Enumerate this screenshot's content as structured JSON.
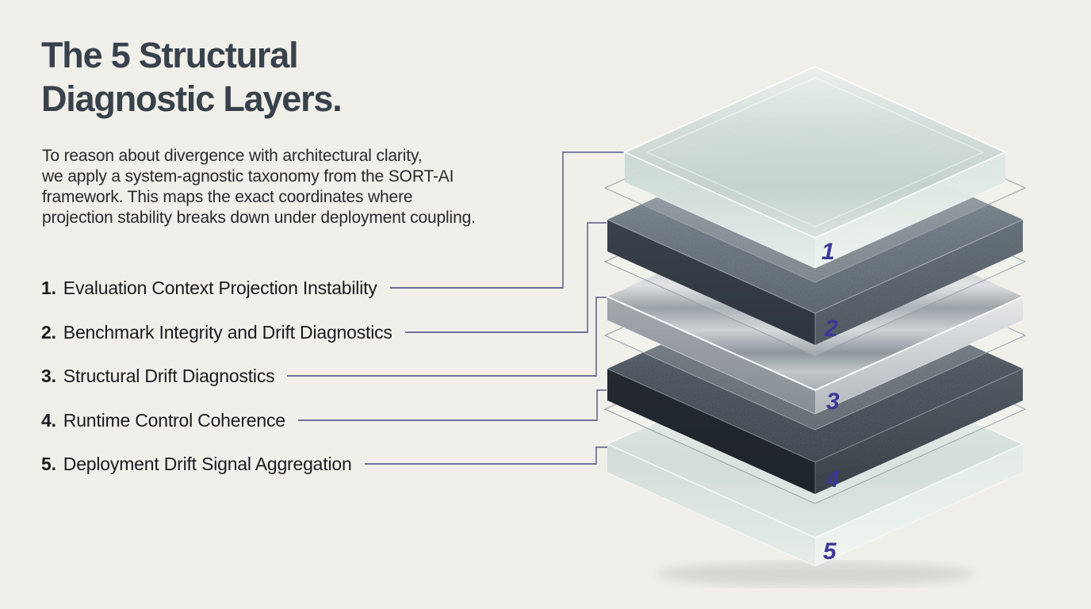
{
  "title": {
    "line1": "The 5 Structural",
    "line2": "Diagnostic Layers."
  },
  "intro": {
    "line1": "To reason about divergence with architectural clarity,",
    "line2": "we apply a system-agnostic taxonomy from the SORT-AI",
    "line3": "framework. This maps the exact coordinates where",
    "line4": "projection stability breaks down under deployment coupling."
  },
  "layers": [
    {
      "num": "1.",
      "slab_num": "1",
      "label": "Evaluation Context Projection Instability",
      "material": "frosted-glass"
    },
    {
      "num": "2.",
      "slab_num": "2",
      "label": "Benchmark Integrity and Drift Diagnostics",
      "material": "concrete"
    },
    {
      "num": "3.",
      "slab_num": "3",
      "label": "Structural Drift Diagnostics",
      "material": "brushed-metal"
    },
    {
      "num": "4.",
      "slab_num": "4",
      "label": "Runtime Control Coherence",
      "material": "dark-concrete"
    },
    {
      "num": "5.",
      "slab_num": "5",
      "label": "Deployment Drift Signal Aggregation",
      "material": "clear-glass"
    }
  ],
  "colors": {
    "background": "#f0efe9",
    "title_text": "#39424b",
    "body_text": "#26292d",
    "list_text": "#171b1f",
    "connector_line": "#6f7094",
    "slab_number": "#3c3896"
  }
}
